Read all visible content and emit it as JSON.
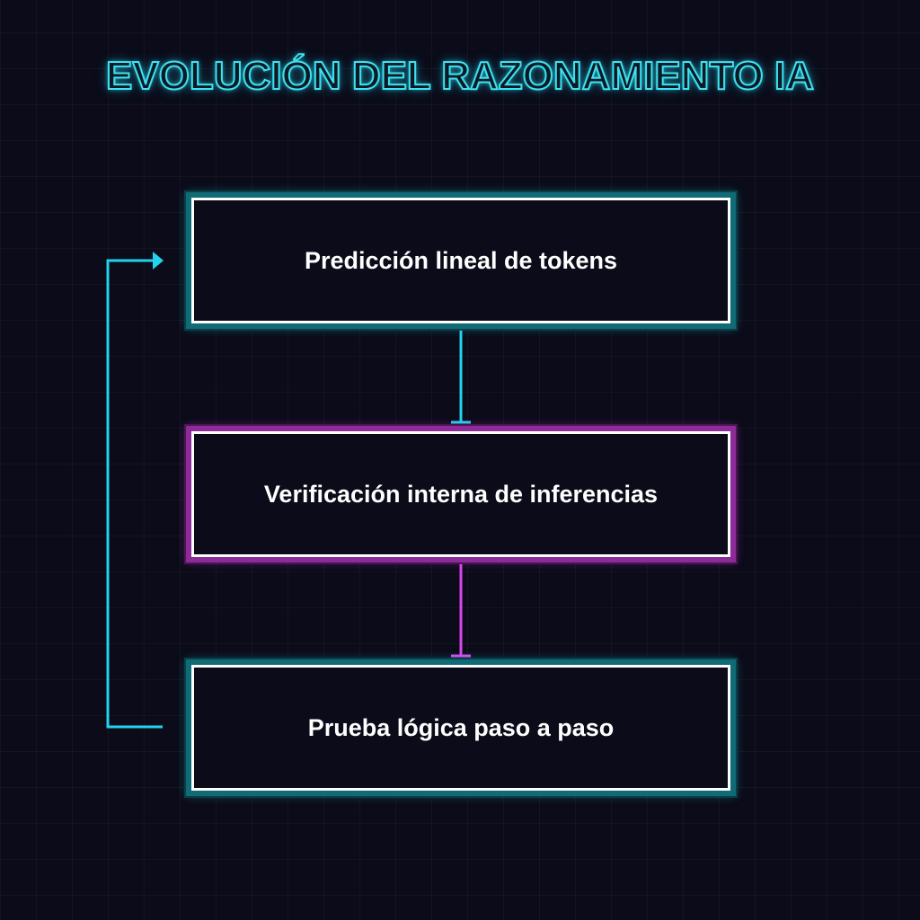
{
  "title": "EVOLUCIÓN DEL RAZONAMIENTO IA",
  "nodes": [
    {
      "id": "n1",
      "label": "Predicción lineal de tokens",
      "color": "#22d3ee"
    },
    {
      "id": "n2",
      "label": "Verificación interna de inferencias",
      "color": "#d946ef"
    },
    {
      "id": "n3",
      "label": "Prueba lógica paso a paso",
      "color": "#22d3ee"
    }
  ],
  "edges": [
    {
      "from": "n1",
      "to": "n2",
      "color": "#22d3ee"
    },
    {
      "from": "n2",
      "to": "n3",
      "color": "#d946ef"
    },
    {
      "from": "n3",
      "to": "n1",
      "color": "#22d3ee",
      "kind": "feedback-loop"
    }
  ],
  "colors": {
    "background": "#0b0b19",
    "accent_cyan": "#22d3ee",
    "accent_magenta": "#d946ef",
    "text": "#ffffff"
  }
}
